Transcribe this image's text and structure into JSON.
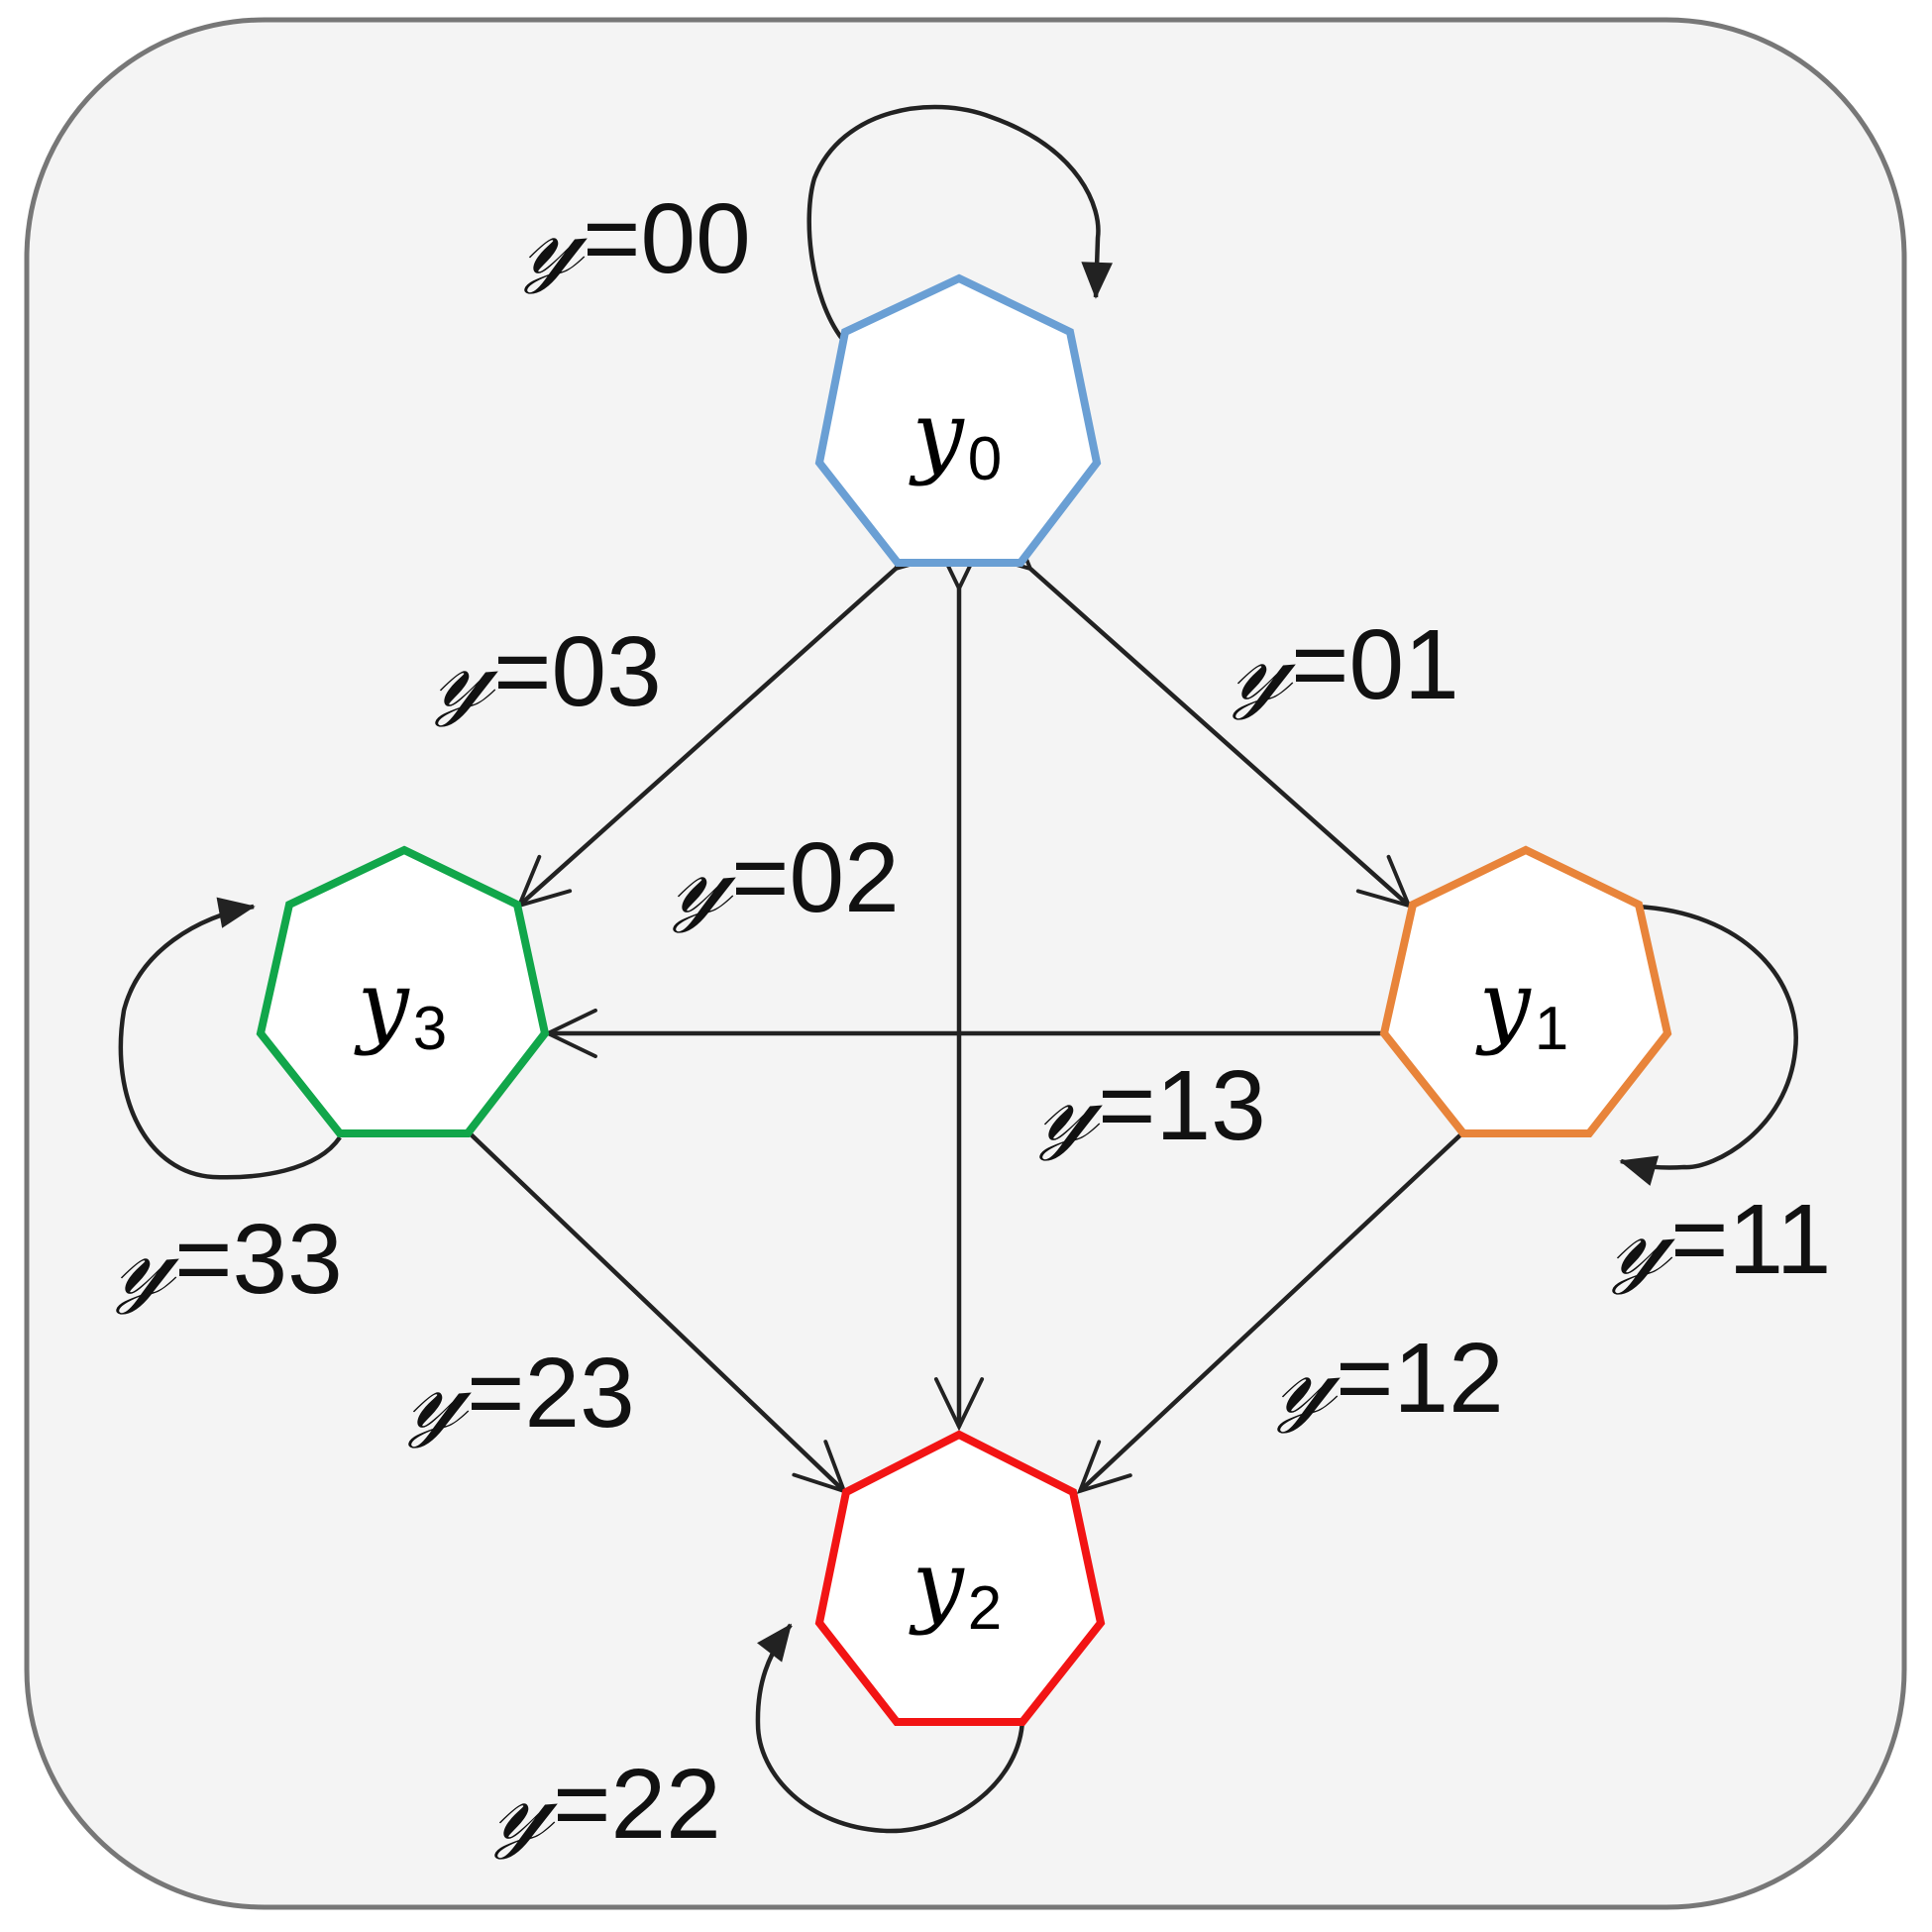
{
  "diagram": {
    "nodes": [
      {
        "id": "y0",
        "base": "y",
        "sub": "0",
        "stroke": "#6a9fd4"
      },
      {
        "id": "y1",
        "base": "y",
        "sub": "1",
        "stroke": "#e8843a"
      },
      {
        "id": "y2",
        "base": "y",
        "sub": "2",
        "stroke": "#f21414"
      },
      {
        "id": "y3",
        "base": "y",
        "sub": "3",
        "stroke": "#11a64a"
      }
    ],
    "labels": {
      "y00": {
        "sym": "𝓎",
        "val": "=00"
      },
      "y01": {
        "sym": "𝓎",
        "val": "=01"
      },
      "y02": {
        "sym": "𝓎",
        "val": "=02"
      },
      "y03": {
        "sym": "𝓎",
        "val": "=03"
      },
      "y11": {
        "sym": "𝓎",
        "val": "=11"
      },
      "y12": {
        "sym": "𝓎",
        "val": "=12"
      },
      "y13": {
        "sym": "𝓎",
        "val": "=13"
      },
      "y22": {
        "sym": "𝓎",
        "val": "=22"
      },
      "y23": {
        "sym": "𝓎",
        "val": "=23"
      },
      "y33": {
        "sym": "𝓎",
        "val": "=33"
      }
    },
    "edges": [
      {
        "from": "y0",
        "to": "y0",
        "label": "y00",
        "kind": "self-loop"
      },
      {
        "from": "y0",
        "to": "y1",
        "label": "y01",
        "kind": "bidirectional"
      },
      {
        "from": "y0",
        "to": "y2",
        "label": "y02",
        "kind": "bidirectional"
      },
      {
        "from": "y0",
        "to": "y3",
        "label": "y03",
        "kind": "bidirectional"
      },
      {
        "from": "y1",
        "to": "y1",
        "label": "y11",
        "kind": "self-loop"
      },
      {
        "from": "y1",
        "to": "y2",
        "label": "y12",
        "kind": "bidirectional"
      },
      {
        "from": "y1",
        "to": "y3",
        "label": "y13",
        "kind": "bidirectional"
      },
      {
        "from": "y2",
        "to": "y2",
        "label": "y22",
        "kind": "self-loop"
      },
      {
        "from": "y2",
        "to": "y3",
        "label": "y23",
        "kind": "bidirectional"
      },
      {
        "from": "y3",
        "to": "y3",
        "label": "y33",
        "kind": "self-loop"
      }
    ],
    "colors": {
      "background": "#f4f4f4",
      "frame": "#777777",
      "edge": "#222222",
      "node_fill": "#ffffff"
    }
  }
}
